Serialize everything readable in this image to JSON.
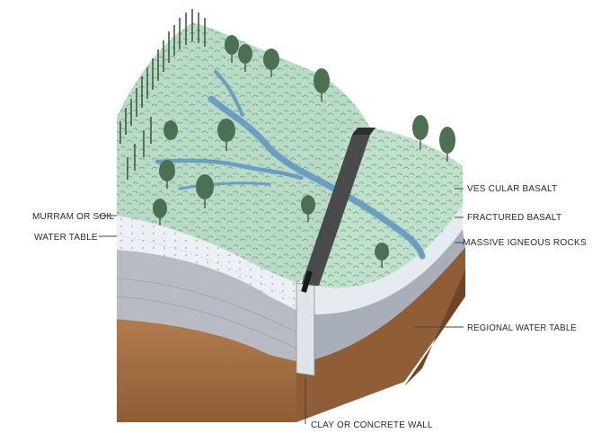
{
  "labels": {
    "murram": "MURRAM OR SOIL",
    "water_table": "WATER TABLE",
    "vesicular": "VES CULAR BASALT",
    "fractured": "FRACTURED BASALT",
    "massive": "MASSIVE IGNEOUS ROCKS",
    "regional": "REGIONAL WATER TABLE",
    "wall": "CLAY OR CONCRETE WALL"
  },
  "colors": {
    "vegetation": "#b9dbc6",
    "stream": "#6a9fc4",
    "soil_band": "#ecf0f5",
    "rock_grey": "#b7bcc4",
    "earth": "#a36f43",
    "tree": "#4e7052",
    "wall": "#2f2f2f"
  }
}
